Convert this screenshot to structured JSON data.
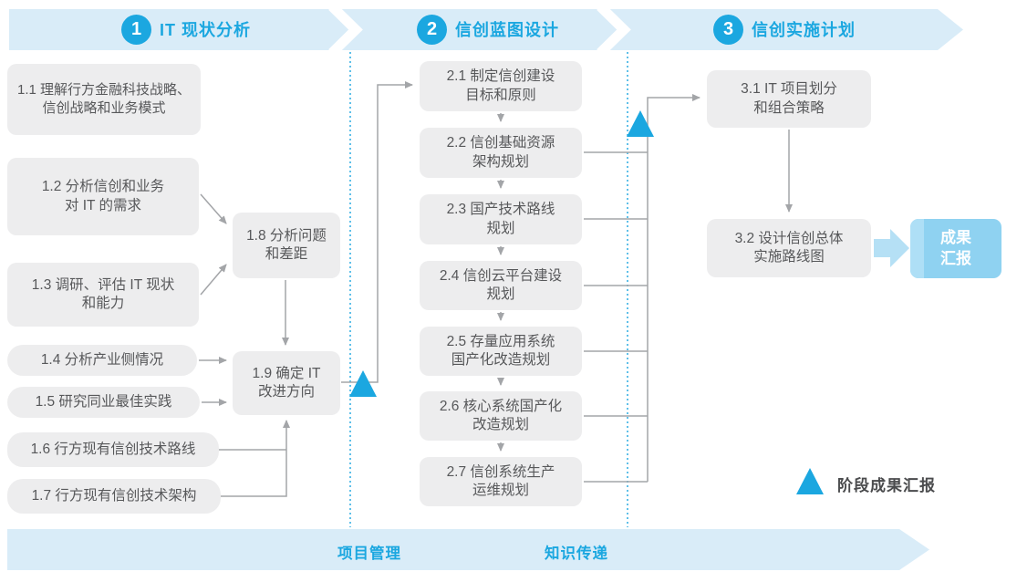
{
  "colors": {
    "accent_blue": "#1ba7e0",
    "band_bg": "#d9ecf8",
    "box_bg": "#ededee",
    "box_text": "#57585a",
    "line_gray": "#a3a5a8",
    "report_box_bg": "#8fd2f1",
    "report_arrow": "#b5e0f5"
  },
  "phases": [
    {
      "number": "1",
      "title": "IT 现状分析"
    },
    {
      "number": "2",
      "title": "信创蓝图设计"
    },
    {
      "number": "3",
      "title": "信创实施计划"
    }
  ],
  "phase1": {
    "boxes": [
      {
        "label": "1.1 理解行方金融科技战略、\n信创战略和业务模式"
      },
      {
        "label": "1.2 分析信创和业务\n对 IT 的需求"
      },
      {
        "label": "1.3 调研、评估 IT 现状\n和能力"
      },
      {
        "label": "1.4 分析产业侧情况"
      },
      {
        "label": "1.5 研究同业最佳实践"
      },
      {
        "label": "1.6 行方现有信创技术路线"
      },
      {
        "label": "1.7 行方现有信创技术架构"
      },
      {
        "label": "1.8 分析问题\n和差距"
      },
      {
        "label": "1.9 确定 IT\n改进方向"
      }
    ]
  },
  "phase2": {
    "boxes": [
      {
        "label": "2.1 制定信创建设\n目标和原则"
      },
      {
        "label": "2.2 信创基础资源\n架构规划"
      },
      {
        "label": "2.3 国产技术路线\n规划"
      },
      {
        "label": "2.4 信创云平台建设\n规划"
      },
      {
        "label": "2.5 存量应用系统\n国产化改造规划"
      },
      {
        "label": "2.6 核心系统国产化\n改造规划"
      },
      {
        "label": "2.7 信创系统生产\n运维规划"
      }
    ]
  },
  "phase3": {
    "boxes": [
      {
        "label": "3.1 IT 项目划分\n和组合策略"
      },
      {
        "label": "3.2 设计信创总体\n实施路线图"
      }
    ],
    "report_label": "成果\n汇报"
  },
  "legend": {
    "label": "阶段成果汇报"
  },
  "bottom_band": {
    "items": [
      {
        "label": "项目管理"
      },
      {
        "label": "知识传递"
      }
    ]
  }
}
